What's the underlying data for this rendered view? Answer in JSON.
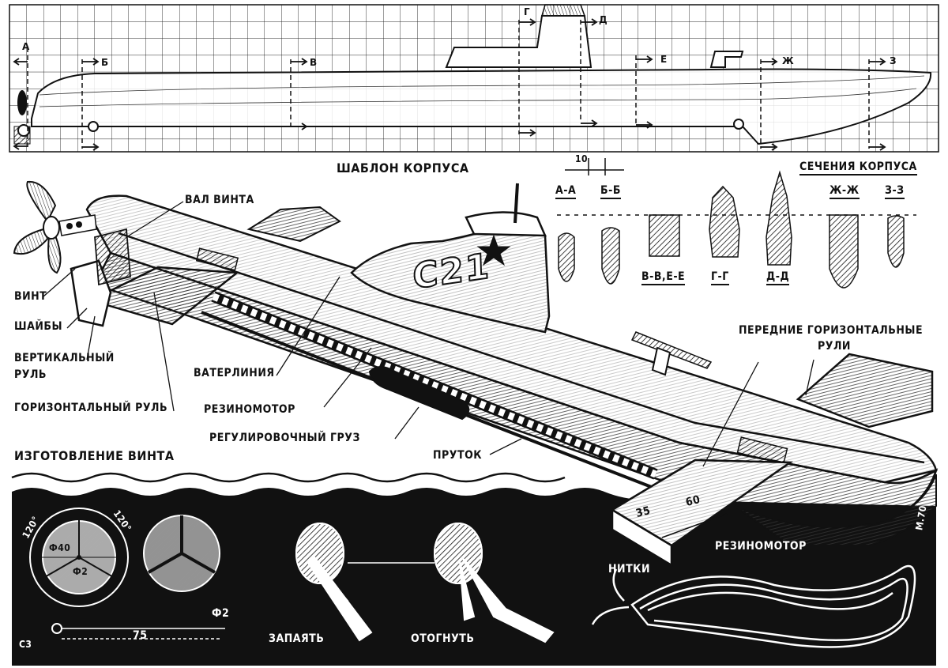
{
  "template": {
    "title": "ШАБЛОН КОРПУСА",
    "scale_label": "10",
    "section_marks": [
      "А",
      "Б",
      "В",
      "Г",
      "Д",
      "Е",
      "Ж",
      "З"
    ]
  },
  "sections": {
    "title": "СЕЧЕНИЯ КОРПУСА",
    "items": [
      {
        "label": "А-А"
      },
      {
        "label": "Б-Б"
      },
      {
        "label": "В-В,Е-Е"
      },
      {
        "label": "Г-Г"
      },
      {
        "label": "Д-Д"
      },
      {
        "label": "Ж-Ж"
      },
      {
        "label": "З-З"
      }
    ]
  },
  "model": {
    "hull_number": "С21"
  },
  "callouts": {
    "propeller_shaft": "ВАЛ ВИНТА",
    "propeller": "ВИНТ",
    "washers": "ШАЙБЫ",
    "vertical_rudder_1": "ВЕРТИКАЛЬНЫЙ",
    "vertical_rudder_2": "РУЛЬ",
    "horizontal_rudder": "ГОРИЗОНТАЛЬНЫЙ РУЛЬ",
    "waterline": "ВАТЕРЛИНИЯ",
    "rubber_motor": "РЕЗИНОМОТОР",
    "ballast": "РЕГУЛИРОВОЧНЫЙ ГРУЗ",
    "rod": "ПРУТОК",
    "front_rudders_1": "ПЕРЕДНИЕ ГОРИЗОНТАЛЬНЫЕ",
    "front_rudders_2": "РУЛИ"
  },
  "propeller_making": {
    "title": "ИЗГОТОВЛЕНИЕ ВИНТА",
    "angle_1": "120°",
    "angle_2": "120°",
    "diameter_outer": "Ф40",
    "diameter_inner": "Ф2",
    "wire_diameter": "Ф2",
    "length": "75",
    "steel": "С3",
    "solder": "ЗАПАЯТЬ",
    "bend": "ОТОГНУТЬ",
    "threads": "НИТКИ",
    "rubber_motor": "РЕЗИНОМОТОР"
  },
  "rudder_dims": {
    "width": "35",
    "length": "60"
  },
  "signature": "М.70"
}
